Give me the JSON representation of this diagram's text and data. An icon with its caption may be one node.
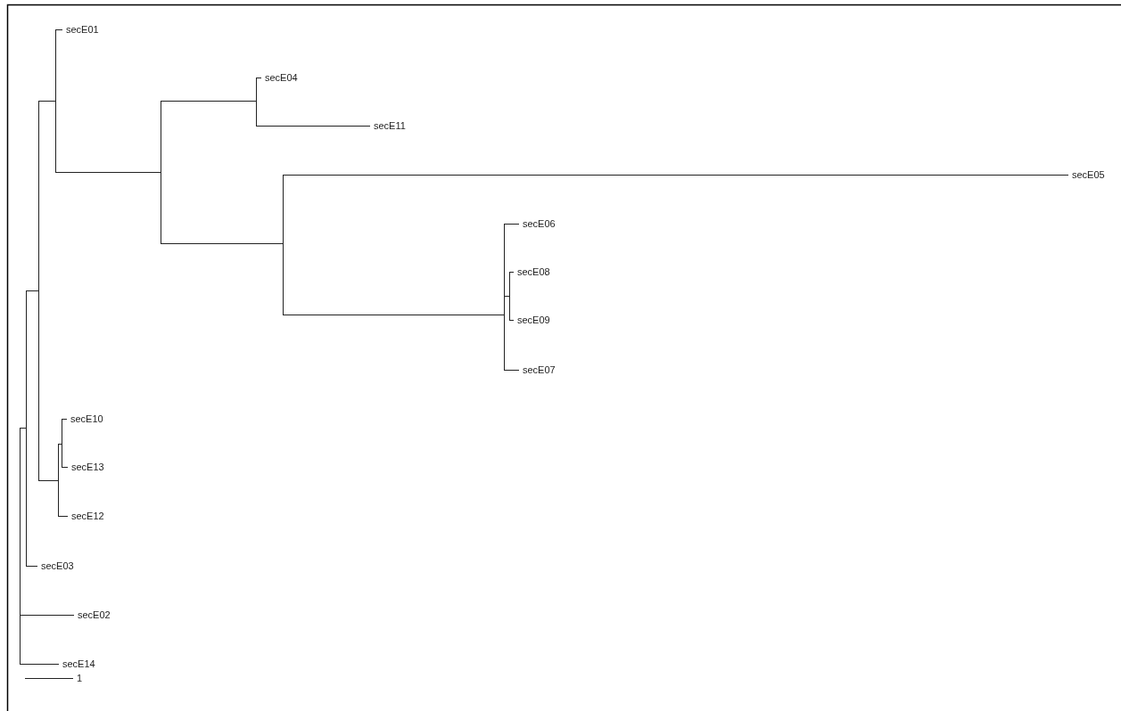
{
  "diagram": {
    "nodes": [
      {
        "text": [],
        "shape": "bar"
      },
      {
        "text": [],
        "shape": "bar"
      },
      {
        "text": [],
        "shape": "bar"
      },
      {
        "text": [],
        "shape": "bar"
      },
      {
        "text": [
          "secE01"
        ]
      },
      {
        "text": [],
        "shape": "bar"
      },
      {
        "text": [],
        "shape": "bar"
      },
      {
        "text": [
          "secE04"
        ]
      },
      {
        "text": [
          "secE11"
        ]
      },
      {
        "text": [],
        "shape": "bar"
      },
      {
        "text": [
          "secE05"
        ]
      },
      {
        "text": [],
        "shape": "bar"
      },
      {
        "text": [
          "secE06"
        ]
      },
      {
        "text": [],
        "shape": "bar"
      },
      {
        "text": [
          "secE08"
        ]
      },
      {
        "text": [
          "secE09"
        ]
      },
      {
        "text": [
          "secE07"
        ]
      },
      {
        "text": [],
        "shape": "bar"
      },
      {
        "text": [],
        "shape": "bar"
      },
      {
        "text": [
          "secE10"
        ]
      },
      {
        "text": [
          "secE13"
        ]
      },
      {
        "text": [
          "secE12"
        ]
      },
      {
        "text": [
          "secE03"
        ]
      },
      {
        "text": [
          "secE02"
        ]
      },
      {
        "text": [
          "secE14"
        ]
      }
    ],
    "edges": [
      {
        "from": 0,
        "to": 1,
        "arrow": "none"
      },
      {
        "from": 0,
        "to": 23,
        "arrow": "none"
      },
      {
        "from": 0,
        "to": 24,
        "arrow": "none"
      },
      {
        "from": 1,
        "to": 2,
        "arrow": "none"
      },
      {
        "from": 1,
        "to": 22,
        "arrow": "none"
      },
      {
        "from": 2,
        "to": 3,
        "arrow": "none"
      },
      {
        "from": 2,
        "to": 17,
        "arrow": "none"
      },
      {
        "from": 3,
        "to": 4,
        "arrow": "none"
      },
      {
        "from": 3,
        "to": 5,
        "arrow": "none"
      },
      {
        "from": 5,
        "to": 6,
        "arrow": "none"
      },
      {
        "from": 5,
        "to": 9,
        "arrow": "none"
      },
      {
        "from": 6,
        "to": 7,
        "arrow": "none"
      },
      {
        "from": 6,
        "to": 8,
        "arrow": "none"
      },
      {
        "from": 9,
        "to": 10,
        "arrow": "none"
      },
      {
        "from": 9,
        "to": 11,
        "arrow": "none"
      },
      {
        "from": 11,
        "to": 12,
        "arrow": "none"
      },
      {
        "from": 11,
        "to": 13,
        "arrow": "none"
      },
      {
        "from": 11,
        "to": 16,
        "arrow": "none"
      },
      {
        "from": 13,
        "to": 14,
        "arrow": "none"
      },
      {
        "from": 13,
        "to": 15,
        "arrow": "none"
      },
      {
        "from": 17,
        "to": 18,
        "arrow": "none"
      },
      {
        "from": 17,
        "to": 21,
        "arrow": "none"
      },
      {
        "from": 18,
        "to": 19,
        "arrow": "none"
      },
      {
        "from": 18,
        "to": 20,
        "arrow": "none"
      }
    ],
    "labels": [
      "1"
    ]
  }
}
